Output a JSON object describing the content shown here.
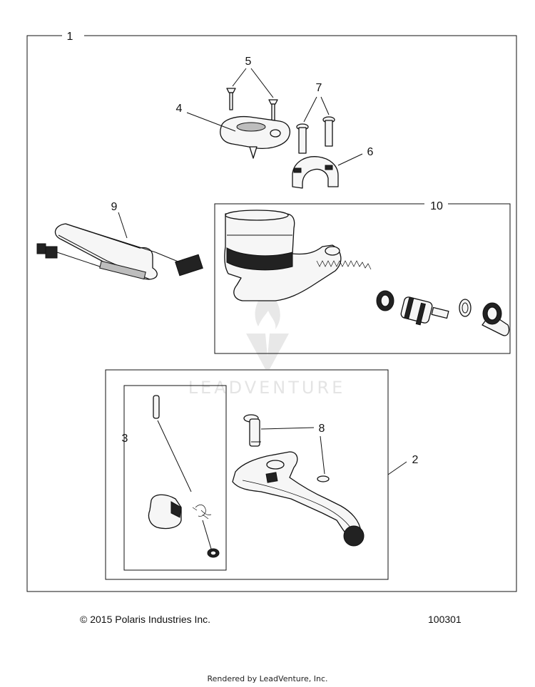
{
  "callouts": {
    "c1": "1",
    "c2": "2",
    "c3": "3",
    "c4": "4",
    "c5": "5",
    "c6": "6",
    "c7": "7",
    "c8": "8",
    "c9": "9",
    "c10": "10"
  },
  "watermark": "LEADVENTURE",
  "footer": {
    "copyright": "© 2015 Polaris Industries Inc.",
    "figure_number": "100301",
    "rendered_by": "Rendered by LeadVenture, Inc."
  }
}
